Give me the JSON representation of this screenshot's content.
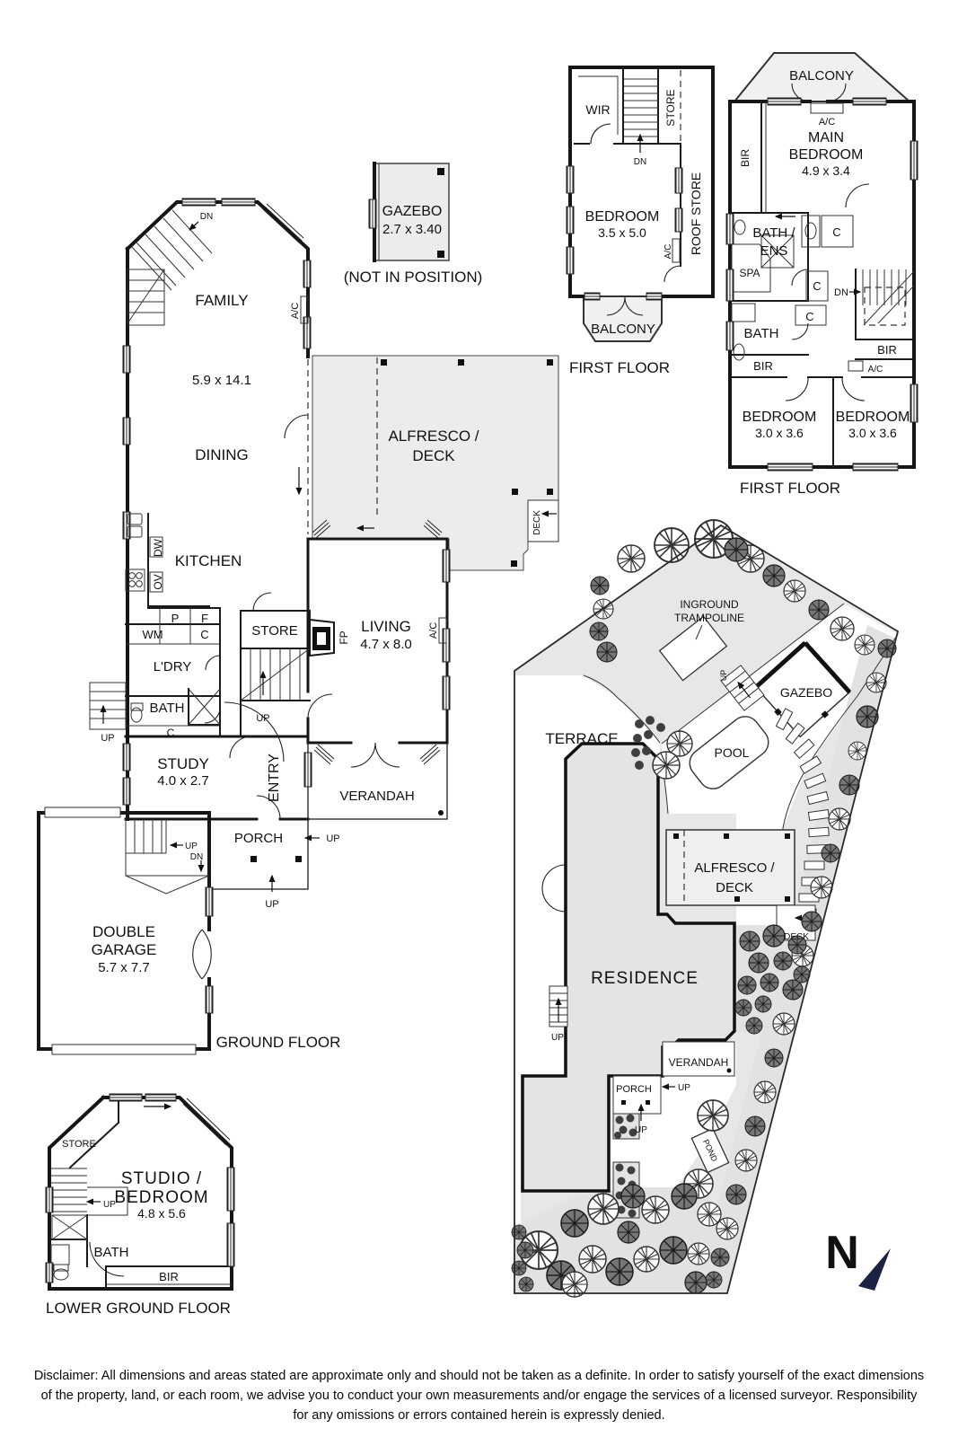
{
  "titles": {
    "ground": "GROUND FLOOR",
    "first": "FIRST FLOOR",
    "lower": "LOWER GROUND FLOOR",
    "not_in_position": "(NOT IN POSITION)"
  },
  "ground": {
    "family": "FAMILY",
    "family_dims": "5.9 x 14.1",
    "dining": "DINING",
    "kitchen": "KITCHEN",
    "living": "LIVING",
    "living_dims": "4.7 x 8.0",
    "alfresco1": "ALFRESCO /",
    "alfresco2": "DECK",
    "store": "STORE",
    "ldry": "L'DRY",
    "bath": "BATH",
    "study": "STUDY",
    "study_dims": "4.0 x 2.7",
    "entry": "ENTRY",
    "verandah": "VERANDAH",
    "porch": "PORCH",
    "garage1": "DOUBLE",
    "garage2": "GARAGE",
    "garage_dims": "5.7 x 7.7",
    "deck_step": "DECK"
  },
  "gazebo_detached": {
    "name": "GAZEBO",
    "dims": "2.7 x 3.40"
  },
  "first_a": {
    "wir": "WIR",
    "store": "STORE",
    "roof_store": "ROOF STORE",
    "bedroom": "BEDROOM",
    "bedroom_dims": "3.5 x 5.0",
    "balcony": "BALCONY"
  },
  "first_b": {
    "balcony": "BALCONY",
    "main1": "MAIN",
    "main2": "BEDROOM",
    "main_dims": "4.9 x 3.4",
    "bath_ens1": "BATH /",
    "bath_ens2": "ENS",
    "spa": "SPA",
    "bath": "BATH",
    "bedroom": "BEDROOM",
    "bedroom_dims": "3.0 x 3.6"
  },
  "lower": {
    "store": "STORE",
    "studio1": "STUDIO /",
    "studio2": "BEDROOM",
    "studio_dims": "4.8 x 5.6",
    "bath": "BATH",
    "bir": "BIR"
  },
  "site": {
    "terrace": "TERRACE",
    "pool": "POOL",
    "gazebo": "GAZEBO",
    "tramp1": "INGROUND",
    "tramp2": "TRAMPOLINE",
    "residence": "RESIDENCE",
    "alfresco1": "ALFRESCO /",
    "alfresco2": "DECK",
    "deck": "DECK",
    "verandah": "VERANDAH",
    "porch": "PORCH",
    "pond": "POND",
    "north": "N"
  },
  "abbr": {
    "up": "UP",
    "dn": "DN",
    "ac": "A/C",
    "c": "C",
    "p": "P",
    "f": "F",
    "wm": "WM",
    "dw": "DW",
    "ov": "OV",
    "fp": "FP",
    "bir": "BIR"
  },
  "disclaimer": {
    "line1": "Disclaimer: All dimensions and areas stated are approximate only and should not be taken as a definite. In order to satisfy yourself of the exact dimensions",
    "line2": "of the property, land, or each room, we advise you to conduct your own measurements and/or engage the services of a licensed surveyor. Responsibility",
    "line3": "for any omissions or errors contained herein is expressly denied."
  },
  "colors": {
    "wall": "#161616",
    "shade": "#ececec",
    "site_gray": "#e7e7e7",
    "navy": "#1c2342"
  }
}
